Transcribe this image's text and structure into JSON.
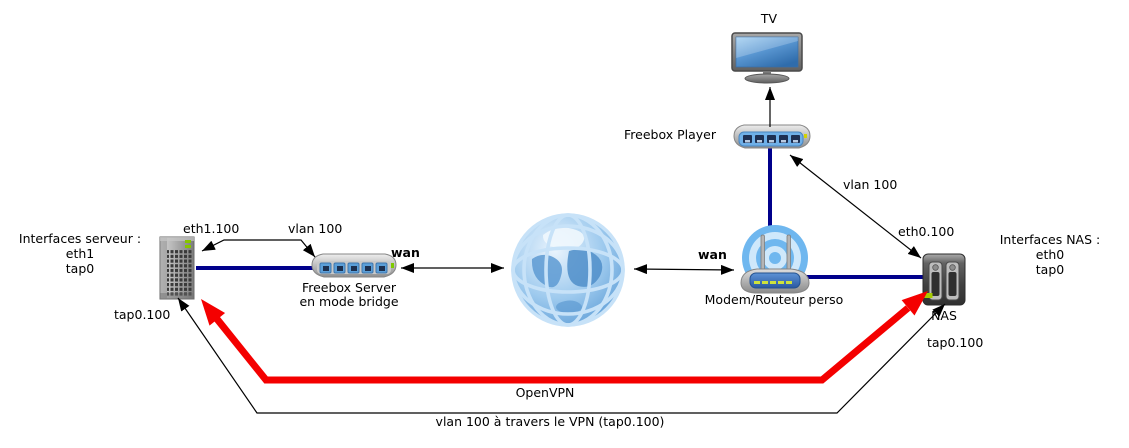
{
  "colors": {
    "link_ethernet": "#00008b",
    "vpn_tunnel": "#f40000",
    "annotation_line": "#000000",
    "wifi_glow": "#6fb7ef"
  },
  "left_block": {
    "title": "Interfaces serveur :",
    "line1": "eth1",
    "line2": "tap0"
  },
  "right_block": {
    "title": "Interfaces NAS :",
    "line1": "eth0",
    "line2": "tap0"
  },
  "captions": {
    "tv": "TV",
    "freebox_player": "Freebox Player",
    "freebox_server_line1": "Freebox Server",
    "freebox_server_line2": "en mode bridge",
    "modem": "Modem/Routeur perso",
    "nas": "NAS"
  },
  "edge_labels": {
    "eth1_100": "eth1.100",
    "vlan_100_left": "vlan 100",
    "wan_left": "wan",
    "wan_right": "wan",
    "vlan_100_right": "vlan 100",
    "eth0_100": "eth0.100",
    "tap0_100_left": "tap0.100",
    "tap0_100_right": "tap0.100",
    "openvpn": "OpenVPN",
    "vlan_vpn": "vlan 100 à travers le VPN (tap0.100)"
  },
  "icons": {
    "server": "server-tower-icon",
    "freebox_server": "freebox-switch-icon",
    "internet": "globe-icon",
    "modem": "wifi-router-icon",
    "freebox_player": "set-top-box-icon",
    "tv": "tv-icon",
    "nas": "nas-icon"
  }
}
